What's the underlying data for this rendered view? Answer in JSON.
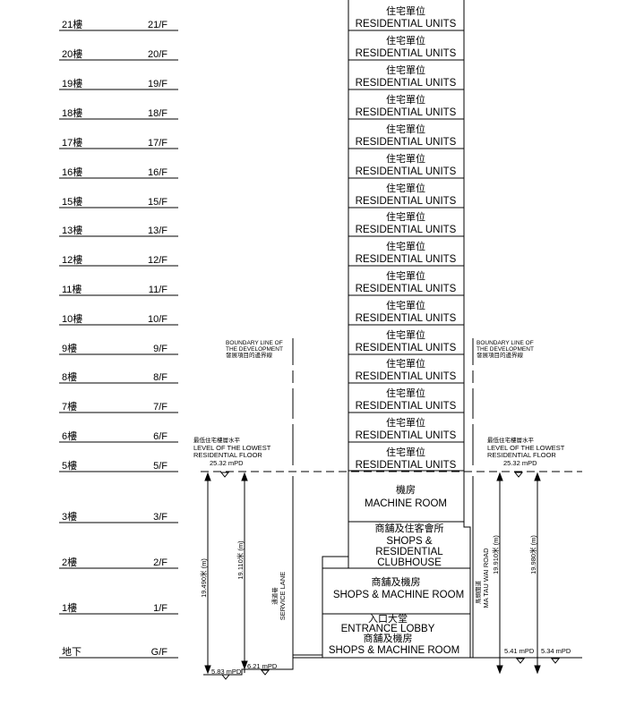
{
  "floors": [
    {
      "cn": "21樓",
      "en": "21/F"
    },
    {
      "cn": "20樓",
      "en": "20/F"
    },
    {
      "cn": "19樓",
      "en": "19/F"
    },
    {
      "cn": "18樓",
      "en": "18/F"
    },
    {
      "cn": "17樓",
      "en": "17/F"
    },
    {
      "cn": "16樓",
      "en": "16/F"
    },
    {
      "cn": "15樓",
      "en": "15/F"
    },
    {
      "cn": "13樓",
      "en": "13/F"
    },
    {
      "cn": "12樓",
      "en": "12/F"
    },
    {
      "cn": "11樓",
      "en": "11/F"
    },
    {
      "cn": "10樓",
      "en": "10/F"
    },
    {
      "cn": "9樓",
      "en": "9/F"
    },
    {
      "cn": "8樓",
      "en": "8/F"
    },
    {
      "cn": "7樓",
      "en": "7/F"
    },
    {
      "cn": "6樓",
      "en": "6/F"
    },
    {
      "cn": "5樓",
      "en": "5/F"
    },
    {
      "cn": "3樓",
      "en": "3/F"
    },
    {
      "cn": "2樓",
      "en": "2/F"
    },
    {
      "cn": "1樓",
      "en": "1/F"
    },
    {
      "cn": "地下",
      "en": "G/F"
    }
  ],
  "residential": {
    "cn": "住宅單位",
    "en": "RESIDENTIAL UNITS"
  },
  "machine_room": {
    "cn": "機房",
    "en": "MACHINE ROOM"
  },
  "clubhouse": {
    "cn": "商舖及住客會所",
    "en1": "SHOPS &",
    "en2": "RESIDENTIAL",
    "en3": "CLUBHOUSE"
  },
  "shops_machine": {
    "cn": "商舖及機房",
    "en": "SHOPS & MACHINE ROOM"
  },
  "lobby": {
    "cn": "入口大堂",
    "en": "ENTRANCE LOBBY",
    "cn2": "商舖及機房",
    "en2": "SHOPS & MACHINE ROOM"
  },
  "boundary": {
    "en1": "BOUNDARY LINE OF",
    "en2": "THE DEVELOPMENT",
    "cn": "發展項目的邊界線"
  },
  "lowest_floor": {
    "cn": "最低住宅樓層水平",
    "en1": "LEVEL OF THE LOWEST",
    "en2": "RESIDENTIAL FLOOR",
    "level": "25.32 mPD"
  },
  "service_lane": {
    "cn": "通道巷",
    "en": "SERVICE LANE"
  },
  "road": {
    "cn": "馬頭圍道",
    "en": "MA TAU WAI ROAD"
  },
  "dims": {
    "d1": "19.490米 (m)",
    "d2": "19.110米 (m)",
    "d3": "19.910米 (m)",
    "d4": "19.980米 (m)"
  },
  "levels": {
    "l1": "5.83 mPD",
    "l2": "6.21 mPD",
    "l3": "5.41 mPD",
    "l4": "5.34 mPD"
  }
}
